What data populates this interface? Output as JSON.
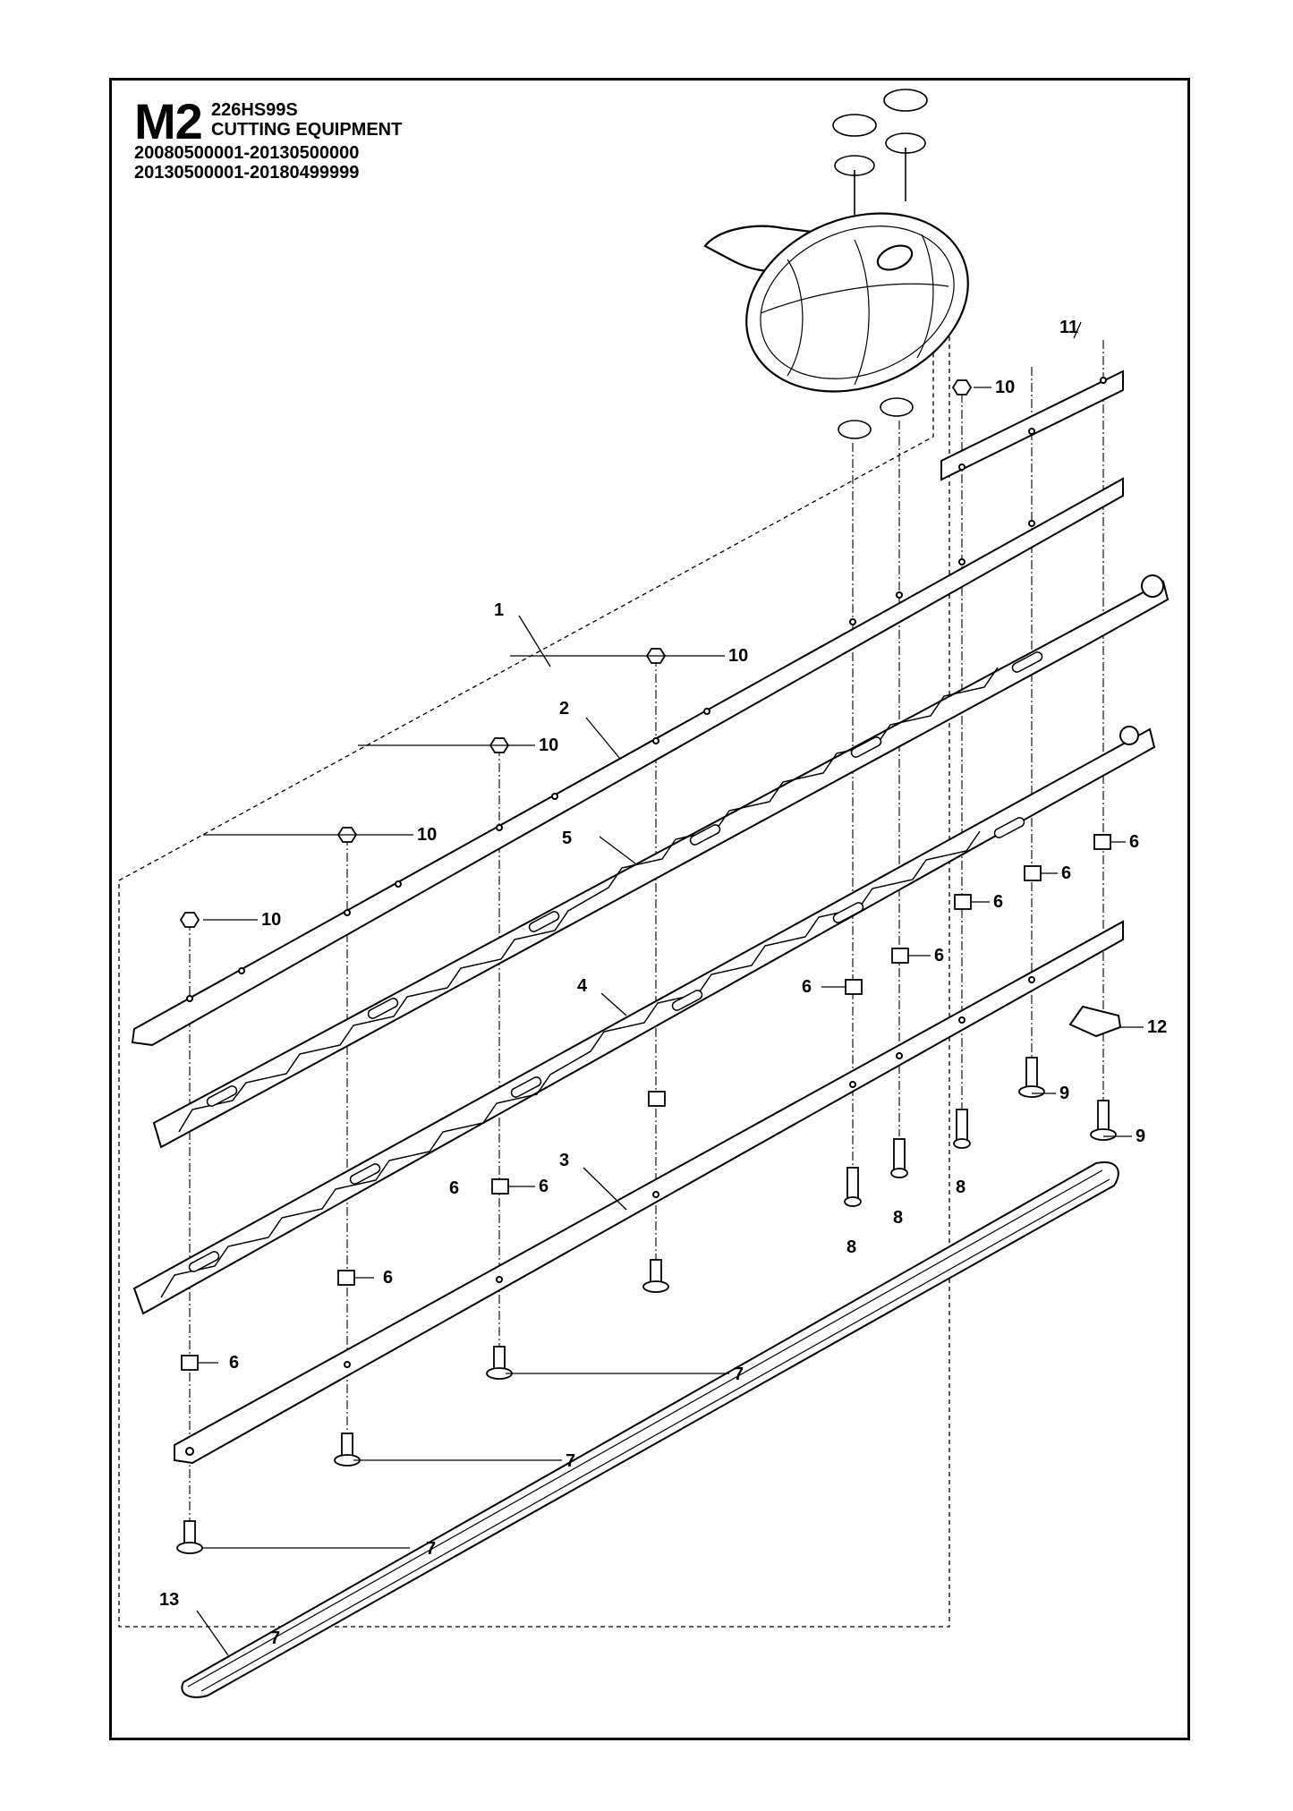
{
  "header": {
    "code": "M2",
    "model": "226HS99S",
    "title": "CUTTING EQUIPMENT",
    "serial_ranges": [
      "20080500001-20130500000",
      "20130500001-20180499999"
    ]
  },
  "callouts": {
    "c1": "1",
    "c2": "2",
    "c3": "3",
    "c4": "4",
    "c5": "5",
    "c6": "6",
    "c7": "7",
    "c8": "8",
    "c9": "9",
    "c10": "10",
    "c11": "11",
    "c12": "12",
    "c13": "13"
  }
}
